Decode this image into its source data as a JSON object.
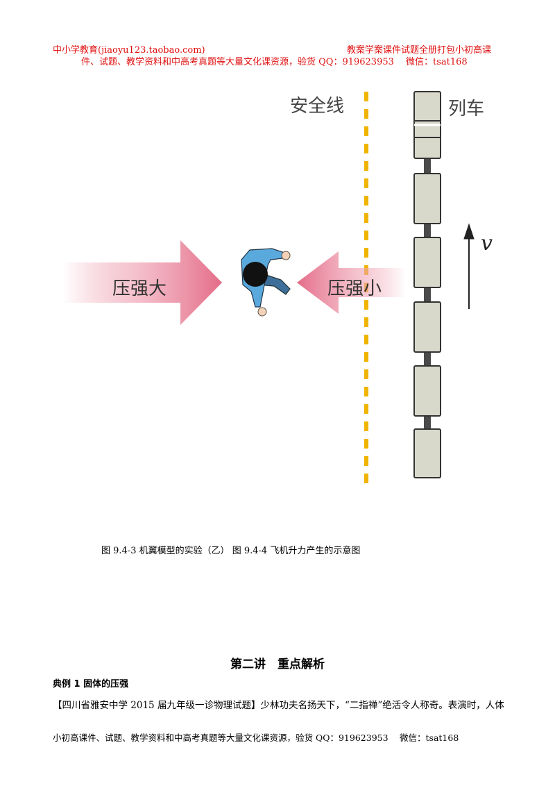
{
  "header": {
    "left": "中小学教育(jiaoyu123.taobao.com)",
    "right": "教案学案课件试题全册打包小初高课",
    "line2": "件、试题、教学资料和中高考真题等大量文化课资源，验货 QQ：919623953　 微信：tsat168"
  },
  "figure": {
    "safety_line_label": "安全线",
    "train_label": "列车",
    "high_pressure_label": "压强大",
    "low_pressure_label": "压强小",
    "velocity_label": "v",
    "colors": {
      "arrow": "#e8869c",
      "safety_line": "#f0b400",
      "train_car": "#d8d8c8",
      "person_shirt": "#4a9fd8"
    }
  },
  "caption": "图 9.4-3 机翼模型的实验（乙）  图 9.4-4 飞机升力产生的示意图",
  "section_title": "第二讲　重点解析",
  "example_title": "典例 1  固体的压强",
  "body_text": "【四川省雅安中学 2015 届九年级一诊物理试题】少林功夫名扬天下，“二指禅”绝活令人称奇。表演时，人体",
  "footer": "小初高课件、试题、教学资料和中高考真题等大量文化课资源，验货 QQ：919623953　 微信：tsat168"
}
